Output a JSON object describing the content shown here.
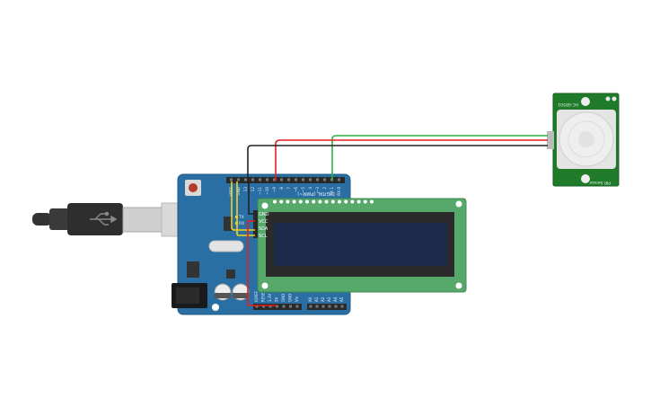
{
  "colors": {
    "background": "#ffffff",
    "arduino_board": "#2a6fa3",
    "arduino_board_edge": "#1f5a87",
    "header_black": "#2a2a2a",
    "lcd_pcb": "#56a86b",
    "lcd_bezel": "#2b2b2b",
    "lcd_screen": "#1d2a4a",
    "pir_pcb": "#1f7a2a",
    "wire_black": "#222222",
    "wire_red": "#e02020",
    "wire_green": "#2fb34a",
    "wire_yellow": "#f2d21a",
    "usb_cable": "#333333",
    "usb_metal": "#c8c8c8"
  },
  "arduino": {
    "digital_label": "DIGITAL (PWM~)",
    "digital_pins": [
      "AREF",
      "GND",
      "13",
      "12",
      "~11",
      "~10",
      "~9",
      "8",
      "7",
      "~6",
      "~5",
      "4",
      "~3",
      "2",
      "TX 1",
      "RX 0"
    ],
    "power_pins": [
      "IOREF",
      "RESET",
      "3.3V",
      "5V",
      "GND",
      "GND",
      "Vin"
    ],
    "analog_pins": [
      "A0",
      "A1",
      "A2",
      "A3",
      "A4",
      "A5"
    ],
    "icsp_labels": [
      "TX",
      "RX"
    ]
  },
  "lcd": {
    "pins": [
      "GND",
      "VCC",
      "SDA",
      "SCL"
    ]
  },
  "pir": {
    "label_top": "HC-SR501",
    "label_bottom": "PIR Sensor"
  },
  "icons": {
    "usb": "usb-symbol-icon",
    "reset": "reset-button-icon"
  }
}
